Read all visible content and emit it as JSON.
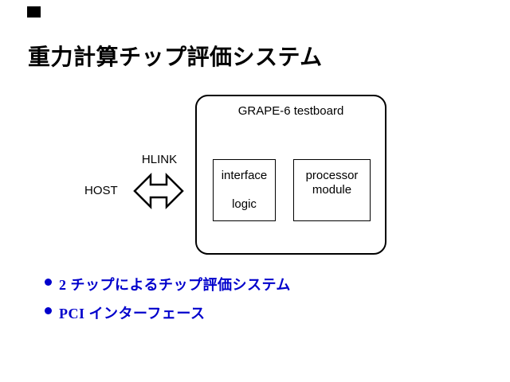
{
  "title": {
    "text": "重力計算チップ評価システム"
  },
  "diagram": {
    "board_label": "GRAPE-6 testboard",
    "interface_box": {
      "line1": "interface",
      "line2": "logic"
    },
    "processor_box": {
      "line1": "processor",
      "line2": "module"
    },
    "hlink_label": "HLINK",
    "host_label": "HOST"
  },
  "bullets": [
    {
      "text": "2 チップによるチップ評価システム"
    },
    {
      "text": "PCI インターフェース"
    }
  ],
  "icons": {
    "arrow": "double-horizontal-arrow",
    "bullet": "filled-circle",
    "marker": "filled-square"
  },
  "colors": {
    "background": "#ffffff",
    "text": "#000000",
    "bullet_blue": "#0000CC"
  }
}
